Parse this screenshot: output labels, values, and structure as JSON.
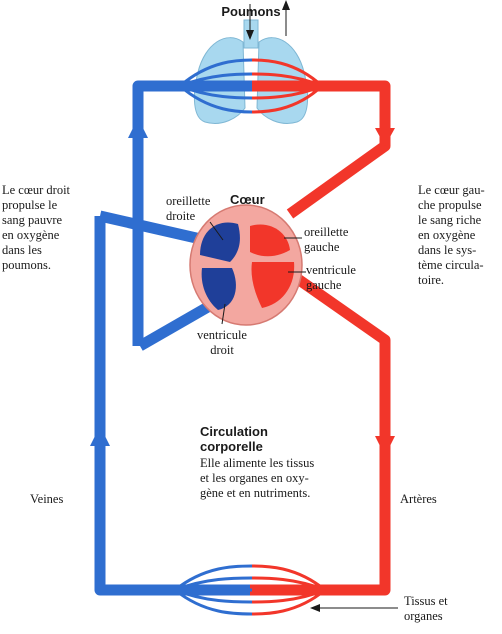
{
  "labels": {
    "poumons": "Poumons",
    "coeur": "Cœur",
    "oreillette_droite": [
      "oreillette",
      "droite"
    ],
    "oreillette_gauche": [
      "oreillette",
      "gauche"
    ],
    "ventricule_droit": [
      "ventricule",
      "droit"
    ],
    "ventricule_gauche": [
      "ventricule",
      "gauche"
    ],
    "left_note": [
      "Le cœur droit",
      "propulse le",
      "sang pauvre",
      "en oxygène",
      "dans les",
      "poumons."
    ],
    "right_note": [
      "Le cœur gau-",
      "che propulse",
      "le sang riche",
      "en oxygène",
      "dans le sys-",
      "tème circula-",
      "toire."
    ],
    "circ_title": [
      "Circulation",
      "corporelle"
    ],
    "circ_text": [
      "Elle alimente les tissus",
      "et les organes en oxy-",
      "gène et en nutriments."
    ],
    "veines": "Veines",
    "arteres": "Artères",
    "tissus": [
      "Tissus et",
      "organes"
    ]
  },
  "colors": {
    "blue": "#2f6ed0",
    "dark_blue": "#1f3f99",
    "red": "#f2362a",
    "lung": "#a8d8ef",
    "heart": "#f3a7a0"
  }
}
